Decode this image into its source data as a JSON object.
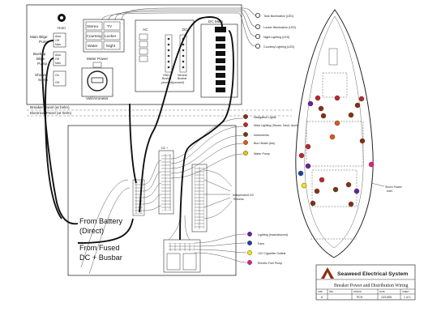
{
  "panel": {
    "horn": "Horn",
    "switch_labels": {
      "main_bilge": [
        "Main Bilge",
        "Pump"
      ],
      "backup_bilge": [
        "Backup",
        "Bilge",
        "Pump"
      ],
      "shower_sump": [
        "Shower",
        "Sump"
      ],
      "auto": "Auto",
      "off": "Off",
      "man": "Man",
      "on": "On",
      "stereo": "Stereo",
      "tv": "TV",
      "courtesy": "Courtesy",
      "locker": "Locker",
      "water": "Water",
      "night": "Night"
    },
    "meter_power": "Meter Power",
    "volt_ammeter": "Volt/Ammeter",
    "ac": "AC",
    "dc": "DC",
    "dc_main": "DC Main",
    "gnd_busbar": [
      "GND",
      "Busbar"
    ],
    "neutral_busbar": [
      "Neutral",
      "Busbar"
    ],
    "unused": "(unused)(unused)",
    "breaker_panel": "Breaker Panel (at helm)",
    "electrical_panel": "Electrical Panel (at helm)"
  },
  "top_outputs": [
    "Tank Illumination (LED)",
    "Locker Illumination (LED)",
    "Night Lighting (LED)",
    "Courtesy Lighting (LED)"
  ],
  "mid_outputs": [
    {
      "label": "Navigation Lights",
      "color": "#8B2E10"
    },
    {
      "label": "Mast Lighting (Steam, Deck, Anchor)",
      "color": "#C0272D"
    },
    {
      "label": "Instruments",
      "color": "#6B3B14"
    },
    {
      "label": "Bus Heater (fan)",
      "color": "#E0561B"
    },
    {
      "label": "Water Pump",
      "color": "#F2C200"
    }
  ],
  "bottom_outputs": [
    {
      "label": "Lighting (incandescent)",
      "color": "#6A1FA0"
    },
    {
      "label": "Fans",
      "color": "#1E3FA8"
    },
    {
      "label": "12V Cigarette Outlets",
      "color": "#F5E60A"
    },
    {
      "label": "Electric Fuel Pump",
      "color": "#E0208A"
    }
  ],
  "dc_box": {
    "label": "DC +",
    "independent_returns": [
      "Independent DC",
      "Returns"
    ]
  },
  "annotations": {
    "from_battery": [
      "From Battery",
      "(Direct)"
    ],
    "from_fused": [
      "From Fused",
      "DC + Busbar"
    ],
    "shore_power": [
      "Shore Power",
      "Inlet"
    ]
  },
  "title_block": {
    "company": "Seaweed Electrical System",
    "title": "Breaker Power and Distribution Wiring",
    "row_labels": [
      "SIZE",
      "REV",
      "DRAWN",
      "DATE",
      "SHEET"
    ],
    "row_values": [
      "A",
      "RCH",
      "10/13/06",
      "1 of 1"
    ]
  },
  "colors": {
    "wire": "#111111",
    "thin_wire": "#555555",
    "panel_border": "#333333",
    "title_logo": "#8B2E10"
  }
}
